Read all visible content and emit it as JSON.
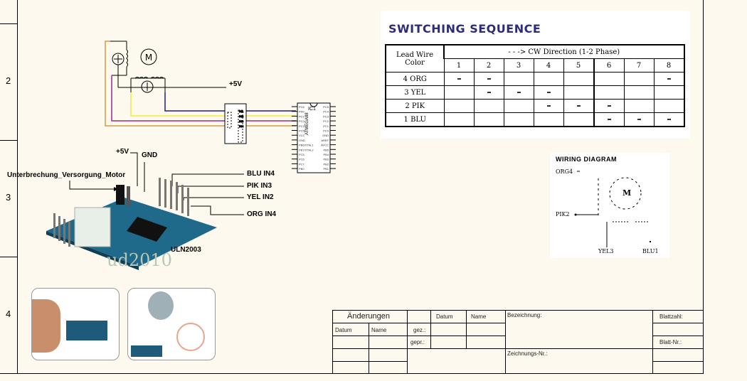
{
  "frame": {
    "zones": [
      "2",
      "3",
      "4"
    ]
  },
  "schematic": {
    "supply_label": "+5V",
    "motor_symbol": "M",
    "ic_label": "IC1",
    "ic_part": "ATMEGA88",
    "ic_left_pins": [
      "PC6",
      "PD0",
      "PC1",
      "PC2",
      "PC3",
      "PC5",
      "VCC",
      "GND",
      "PB6/XTAL1",
      "PB7/XTAL2",
      "PC5",
      "PC6",
      "PC7",
      "PB0"
    ],
    "ic_right_pins": [
      "PC5",
      "PC4",
      "PC3",
      "PC2",
      "PC1",
      "PC0",
      "GND",
      "AREF",
      "AVCC",
      "PB5",
      "PB4",
      "PB3",
      "PB2",
      "PB1"
    ],
    "driver_in_pins": [
      "IN1",
      "IN2",
      "IN3",
      "IN4"
    ],
    "wire_colors": {
      "blue": "#1c1f8a",
      "yellow": "#f2ec3a",
      "pink": "#9a2a86",
      "orange": "#d49a3e"
    }
  },
  "module": {
    "label_5v": "+5V",
    "label_gnd": "GND",
    "label_interrupt": "Unterbrechung_Versorgung_Motor",
    "pin_labels": [
      "BLU IN4",
      "PIK IN3",
      "YEL IN2",
      "ORG IN4"
    ],
    "chip_label": "ULN2003",
    "watermark": "ud2010"
  },
  "switching_sequence": {
    "title": "SWITCHING SEQUENCE",
    "header_lead": [
      "Lead Wire",
      "Color"
    ],
    "header_direction": "- - -> CW Direction (1-2 Phase)",
    "steps": [
      "1",
      "2",
      "3",
      "4",
      "5",
      "6",
      "7",
      "8"
    ],
    "rows": [
      {
        "wire": "4 ORG",
        "active": [
          1,
          1,
          0,
          0,
          0,
          0,
          0,
          1
        ]
      },
      {
        "wire": "3 YEL",
        "active": [
          0,
          1,
          1,
          1,
          0,
          0,
          0,
          0
        ]
      },
      {
        "wire": "2 PIK",
        "active": [
          0,
          0,
          0,
          1,
          1,
          1,
          0,
          0
        ]
      },
      {
        "wire": "1 BLU",
        "active": [
          0,
          0,
          0,
          0,
          0,
          1,
          1,
          1
        ]
      }
    ]
  },
  "wiring_diagram": {
    "title": "WIRING DIAGRAM",
    "labels": {
      "org": "ORG4",
      "pik": "PIK2",
      "yel": "YEL3",
      "blu": "BLU1",
      "motor": "M"
    }
  },
  "title_block": {
    "aenderungen": "Änderungen",
    "datum": "Datum",
    "name": "Name",
    "datum2": "Datum",
    "name2": "Name",
    "gez": "gez.:",
    "gepr": "gepr.:",
    "bezeichnung": "Bezeichnung:",
    "zeichnungs_nr": "Zeichnungs-Nr.:",
    "blattzahl": "Blattzahl:",
    "blatt_nr": "Blatt-Nr.:"
  }
}
